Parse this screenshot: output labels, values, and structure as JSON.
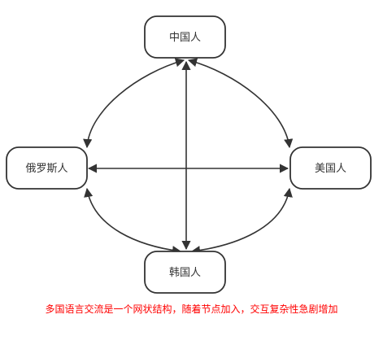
{
  "nodes": {
    "china": "中国人",
    "usa": "美国人",
    "korea": "韩国人",
    "russia": "俄罗斯人"
  },
  "caption": "多国语言交流是一个网状结构，随着节点加入，交互复杂性急剧增加",
  "colors": {
    "stroke": "#333333",
    "caption": "#ff0000"
  }
}
